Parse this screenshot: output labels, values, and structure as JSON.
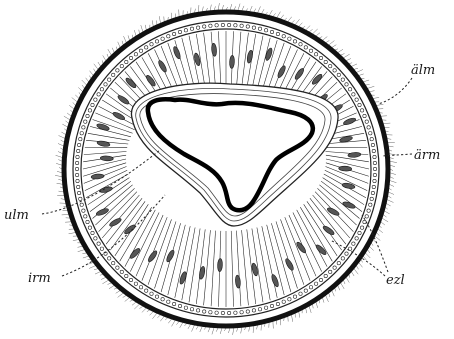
{
  "labels": {
    "alm": "älm",
    "arm": "ärm",
    "ulm": "ulm",
    "irm": "irm",
    "ezl": "ezl"
  },
  "colors": {
    "ink": "#1a1a1a",
    "paper": "#ffffff",
    "nucleus": "#555555"
  }
}
